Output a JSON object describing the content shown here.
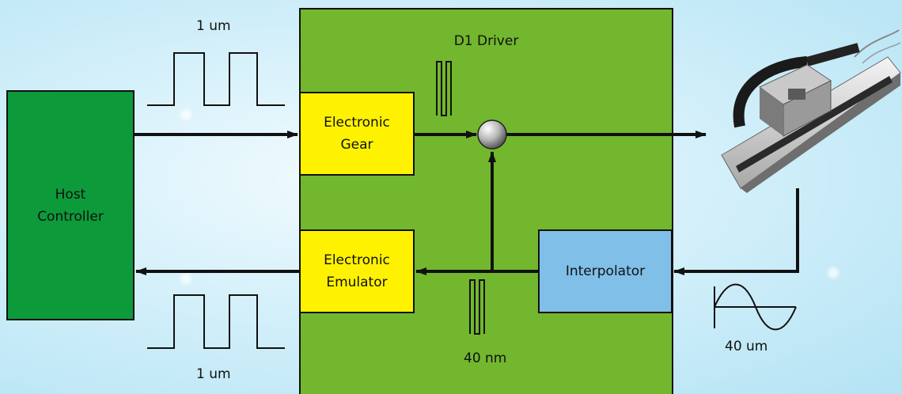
{
  "diagram": {
    "title": "D1 Driver",
    "host_controller": "Host\nController",
    "electronic_gear": "Electronic\nGear",
    "electronic_emulator": "Electronic\nEmulator",
    "interpolator": "Interpolator",
    "top_pulse_label": "1 um",
    "bottom_pulse_label": "1 um",
    "fine_pulse_label": "40 nm",
    "sine_label": "40 um",
    "colors": {
      "driver_green": "#72b72e",
      "host_green": "#0c9a3a",
      "yellow": "#fff200",
      "blue": "#7fbfe8"
    }
  }
}
